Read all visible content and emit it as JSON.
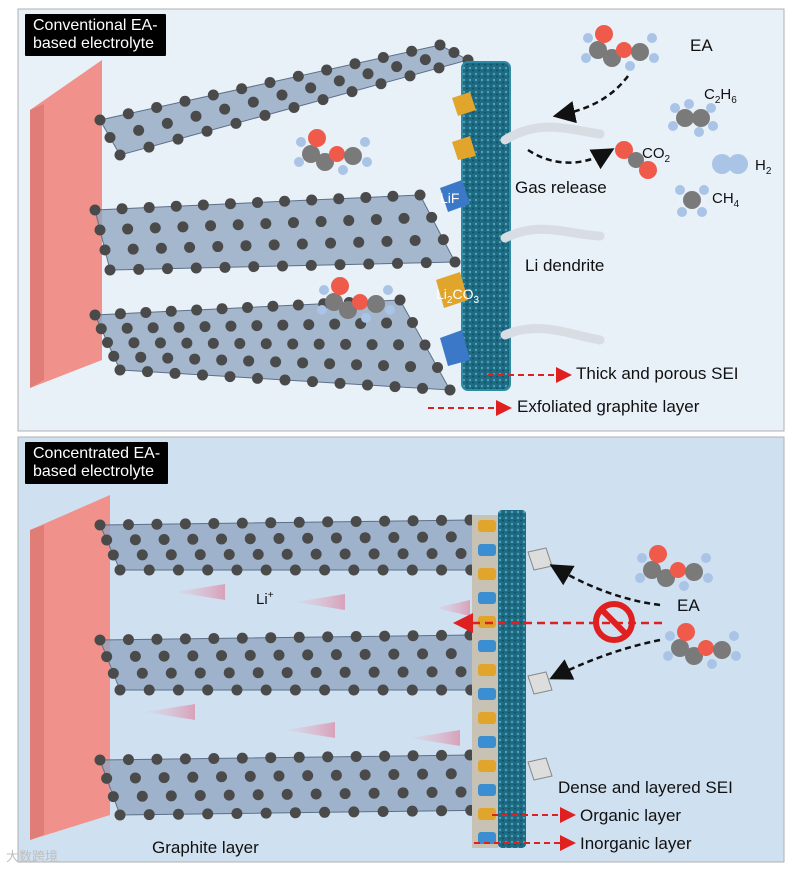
{
  "top_panel": {
    "tag": "Conventional EA-\nbased electrolyte",
    "labels": {
      "ea": "EA",
      "c2h6": "C2H6",
      "co2": "CO2",
      "h2": "H2",
      "ch4": "CH4",
      "gas_release": "Gas release",
      "lif": "LiF",
      "li_dendrite": "Li dendrite",
      "li2co3": "Li2CO3",
      "thick_porous_sei": "Thick and porous SEI",
      "exfoliated": "Exfoliated graphite layer"
    }
  },
  "bottom_panel": {
    "tag": "Concentrated EA-\nbased electrolyte",
    "labels": {
      "li_plus": "Li+",
      "ea": "EA",
      "dense_sei": "Dense and layered SEI",
      "organic": "Organic layer",
      "inorganic": "Inorganic layer",
      "graphite_layer": "Graphite layer"
    }
  },
  "watermark": "大数跨境",
  "colors": {
    "top_bg": "#e8f0f8",
    "bottom_bg": "#cfe0f0",
    "collector": "#f4a6a0",
    "graphene": "#8ea4bf",
    "atom": "#4a4a4a",
    "sei": "#1f6e86",
    "arrow_red": "#e02020",
    "oxygen": "#f05a4a",
    "carbon": "#7a7a7a",
    "hydrogen": "#a9c4e6"
  }
}
